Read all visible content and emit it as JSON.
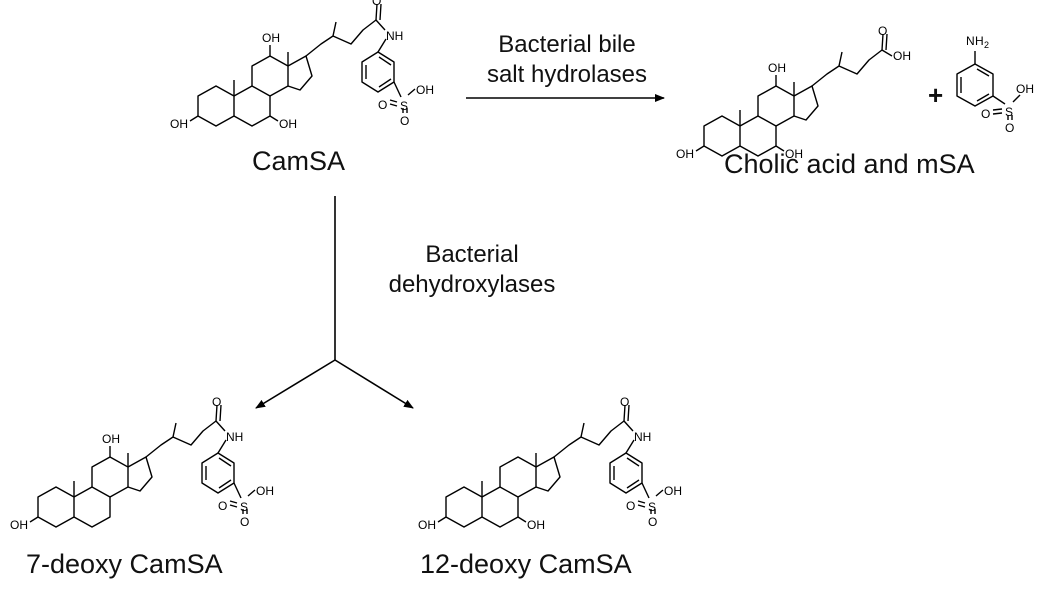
{
  "compounds": {
    "camsa": {
      "label": "CamSA"
    },
    "products": {
      "label": "Cholic acid and mSA"
    },
    "deoxy7": {
      "label": "7-deoxy CamSA"
    },
    "deoxy12": {
      "label": "12-deoxy CamSA"
    }
  },
  "reactions": {
    "hydrolysis": {
      "line1": "Bacterial bile",
      "line2": "salt hydrolases"
    },
    "dehydroxylation": {
      "line1": "Bacterial",
      "line2": "dehydroxylases"
    }
  },
  "plus_sign": "+",
  "atoms": {
    "oh": "OH",
    "o": "O",
    "s": "S",
    "nh": "NH",
    "n": "N",
    "h2": "H",
    "sub2": "2"
  },
  "arrow_color": "#000000"
}
